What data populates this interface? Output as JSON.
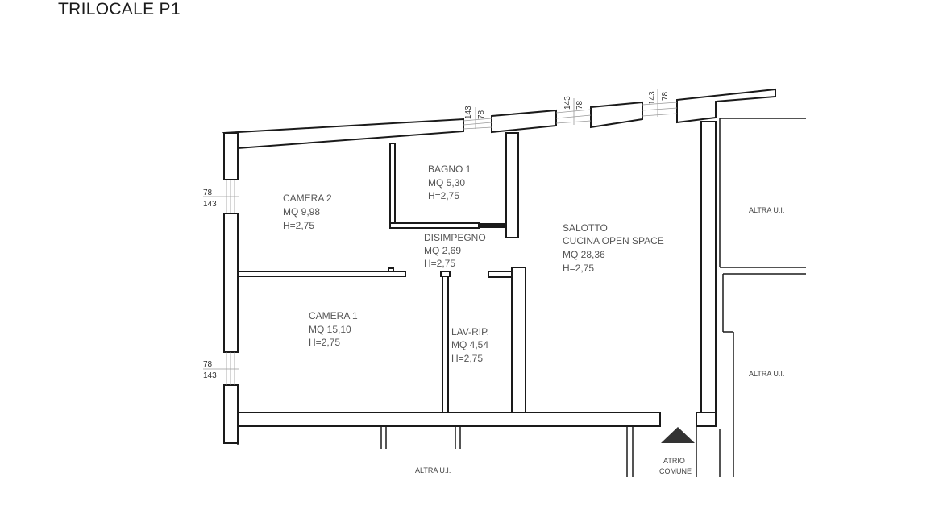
{
  "title": "TRILOCALE P1",
  "rooms": {
    "bagno1": {
      "name": "BAGNO 1",
      "area": "MQ 5,30",
      "height": "H=2,75"
    },
    "camera2": {
      "name": "CAMERA 2",
      "area": "MQ 9,98",
      "height": "H=2,75"
    },
    "disimpegno": {
      "name": "DISIMPEGNO",
      "area": "MQ 2,69",
      "height": "H=2,75"
    },
    "salotto": {
      "name": "SALOTTO",
      "name2": "CUCINA OPEN SPACE",
      "area": "MQ 28,36",
      "height": "H=2,75"
    },
    "camera1": {
      "name": "CAMERA 1",
      "area": "MQ 15,10",
      "height": "H=2,75"
    },
    "lav": {
      "name": "LAV-RIP.",
      "area": "MQ 4,54",
      "height": "H=2,75"
    }
  },
  "others": {
    "altra_right_top": "ALTRA U.I.",
    "altra_right_mid": "ALTRA U.I.",
    "altra_bottom": "ALTRA U.I.",
    "atrio_1": "ATRIO",
    "atrio_2": "COMUNE"
  },
  "windows": {
    "w1": {
      "a": "78",
      "b": "143"
    },
    "w2": {
      "a": "78",
      "b": "143"
    },
    "w3": {
      "a": "78",
      "b": "143"
    },
    "w4": {
      "a": "78",
      "b": "143"
    },
    "w5": {
      "a": "78",
      "b": "143"
    }
  }
}
